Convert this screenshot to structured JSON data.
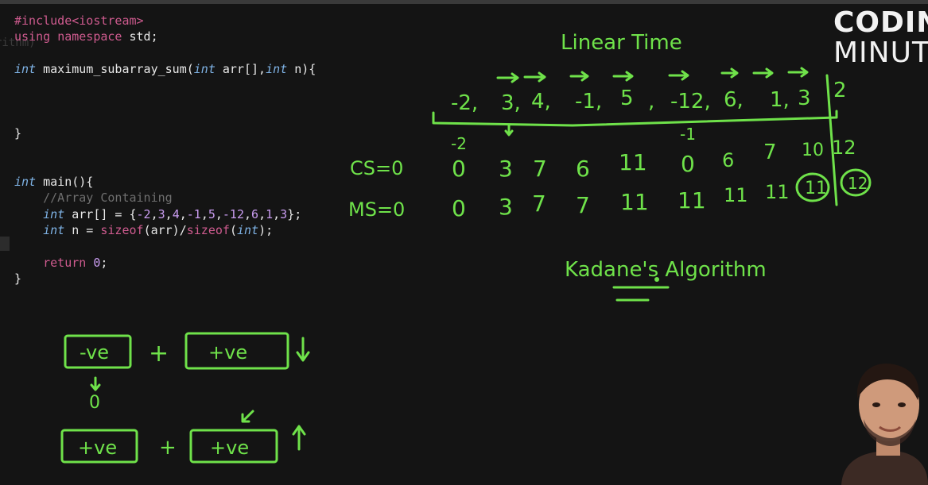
{
  "editor": {
    "ghost_text": "rithm)",
    "lines": [
      "#include<iostream>",
      "using namespace std;",
      "",
      "int maximum_subarray_sum(int arr[],int n){",
      "",
      "",
      "",
      "}",
      "",
      "",
      "int main(){",
      "    //Array Containing",
      "    int arr[] = {-2,3,4,-1,5,-12,6,1,3};",
      "    int n = sizeof(arr)/sizeof(int);",
      "",
      "    return 0;",
      "}"
    ]
  },
  "logo": {
    "line1": "CODIN",
    "line2": "MINUT"
  },
  "whiteboard": {
    "title": "Linear Time",
    "array_row": [
      "-2,",
      "3,",
      "4,",
      "-1,",
      "5",
      ",",
      "-12,",
      "6,",
      "1,",
      "3",
      "2"
    ],
    "above_row": [
      "-2",
      "-1"
    ],
    "cs_label": "CS=0",
    "cs_values": [
      "0",
      "3",
      "7",
      "6",
      "11",
      "0",
      "6",
      "7",
      "10",
      "12"
    ],
    "ms_label": "MS=0",
    "ms_values": [
      "0",
      "3",
      "7",
      "7",
      "11",
      "11",
      "11",
      "11",
      "11",
      "12"
    ],
    "algorithm_name": "Kadane's Algorithm",
    "box_neg": "-ve",
    "box_pos1": "+ve",
    "box_pos2": "+ve",
    "box_pos3": "+ve",
    "plus": "+",
    "zero": "0"
  },
  "colors": {
    "ink": "#6fe24a",
    "background": "#141414"
  }
}
